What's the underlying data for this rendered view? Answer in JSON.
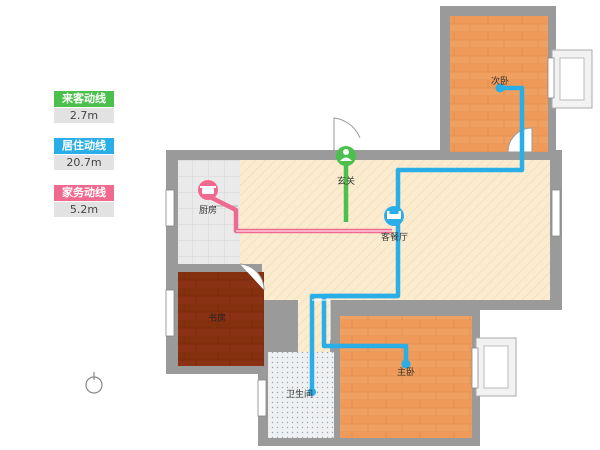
{
  "legend": [
    {
      "label": "来客动线",
      "value": "2.7m",
      "color": "#4cc04c"
    },
    {
      "label": "居住动线",
      "value": "20.7m",
      "color": "#2aaee8"
    },
    {
      "label": "家务动线",
      "value": "5.2m",
      "color": "#f06a90"
    }
  ],
  "rooms": {
    "second_bedroom": "次卧",
    "entrance": "玄关",
    "kitchen": "厨房",
    "living_room": "客餐厅",
    "study": "书房",
    "master_bedroom": "主卧",
    "bathroom": "卫生间"
  },
  "icons": {
    "entrance": "person-icon",
    "kitchen": "pot-icon",
    "living": "sofa-icon",
    "compass": "compass-icon"
  },
  "colors": {
    "wall": "#9a9a9a",
    "floor_wood": "#f0a060",
    "floor_tile": "#e6e6e6",
    "living_floor": "#f8e8c8",
    "guest_line": "#4cc04c",
    "living_line": "#2aaee8",
    "chore_line": "#f06a90"
  }
}
